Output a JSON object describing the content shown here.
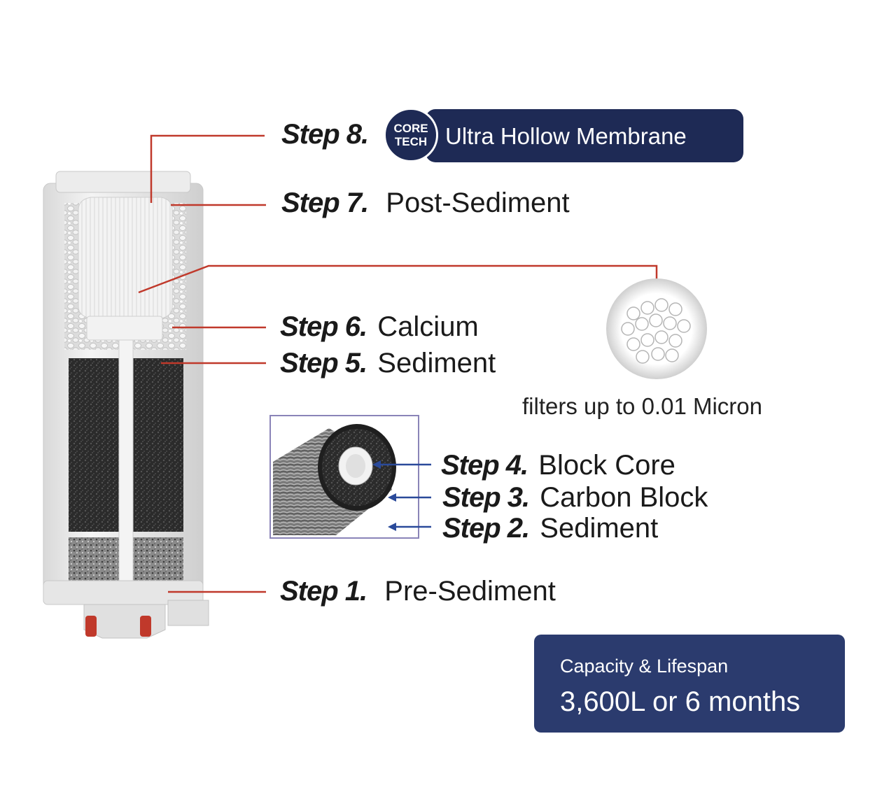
{
  "colors": {
    "navy": "#1e2a55",
    "capacity_bg": "#2b3b6e",
    "leader_red": "#c0392b",
    "leader_blue": "#2a4a9a"
  },
  "steps": [
    {
      "label": "Step 8.",
      "name": "Ultra Hollow Membrane"
    },
    {
      "label": "Step 7.",
      "name": "Post-Sediment"
    },
    {
      "label": "Step 6.",
      "name": "Calcium"
    },
    {
      "label": "Step 5.",
      "name": "Sediment"
    },
    {
      "label": "Step 4.",
      "name": "Block Core"
    },
    {
      "label": "Step 3.",
      "name": "Carbon Block"
    },
    {
      "label": "Step 2.",
      "name": "Sediment"
    },
    {
      "label": "Step 1.",
      "name": "Pre-Sediment"
    }
  ],
  "badge": {
    "line1": "CORE",
    "line2": "TECH"
  },
  "micron_note": "filters up to 0.01 Micron",
  "capacity": {
    "title": "Capacity & Lifespan",
    "value": "3,600L or 6 months"
  },
  "icons": {
    "cartridge": "filter-cartridge-cutaway-icon",
    "membrane": "hollow-fiber-membrane-icon",
    "carbon": "carbon-block-cylinder-icon"
  }
}
